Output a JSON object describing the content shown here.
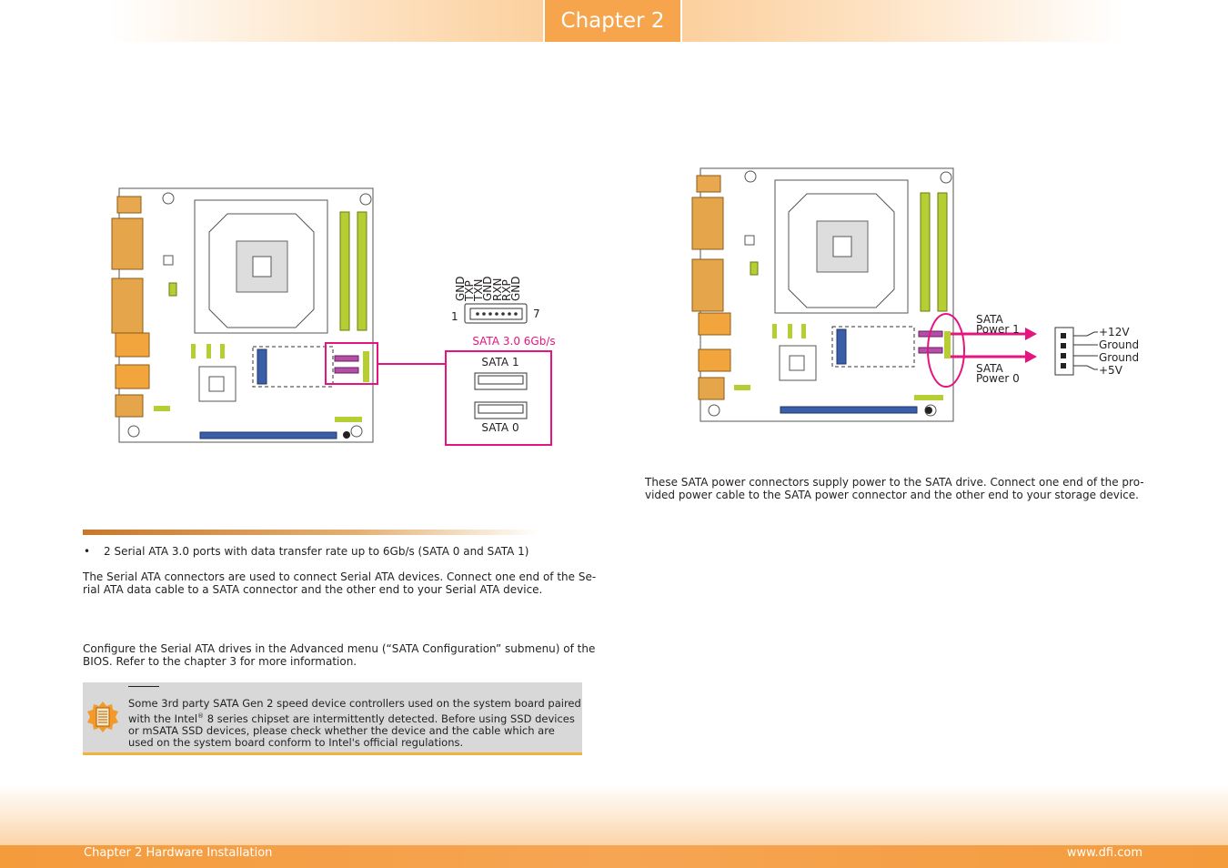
{
  "header": {
    "chapter_tab": "Chapter 2"
  },
  "footer": {
    "left": "Chapter 2 Hardware Installation",
    "right": "www.dfi.com"
  },
  "left_figure": {
    "pin_labels": [
      "GND",
      "TXP",
      "TXN",
      "GND",
      "RXN",
      "RXP",
      "GND"
    ],
    "pin_start": "1",
    "pin_end": "7",
    "connector_title": "SATA 3.0 6Gb/s",
    "port_top": "SATA 1",
    "port_bottom": "SATA 0"
  },
  "right_figure": {
    "power1_line1": "SATA",
    "power1_line2": "Power 1",
    "power0_line1": "SATA",
    "power0_line2": "Power 0",
    "pins": [
      "+12V",
      "Ground",
      "Ground",
      "+5V"
    ]
  },
  "right_text": {
    "para_line1": "These SATA power connectors supply power to the SATA drive. Connect one end of the pro-",
    "para_line2": "vided power cable to the SATA power connector and the other end to your storage device."
  },
  "left_text": {
    "bullet": "2 Serial ATA 3.0 ports with data transfer rate up to 6Gb/s (SATA 0 and SATA 1)",
    "para1_line1": "The Serial ATA connectors are used to connect Serial ATA devices. Connect one end of the Se-",
    "para1_line2": "rial ATA data cable to a SATA connector and the other end to your Serial ATA device.",
    "para2_line1": "Configure the Serial ATA drives in the Advanced menu (“SATA Configuration” submenu) of the",
    "para2_line2": "BIOS. Refer to the chapter 3 for more information."
  },
  "note": {
    "line1": "Some 3rd party SATA Gen 2 speed device controllers used on the system board paired",
    "line2_a": "with the Intel",
    "line2_reg": "®",
    "line2_b": " 8 series chipset are intermittently detected. Before using SSD devices",
    "line3": "or mSATA SSD devices, please check whether the device and the cable which are",
    "line4": "used on the system board conform to Intel's official regulations.",
    "icon": "note-icon"
  },
  "colors": {
    "accent_orange": "#f6a54c",
    "magenta": "#e4157f",
    "board_green": "#b6cd33"
  }
}
